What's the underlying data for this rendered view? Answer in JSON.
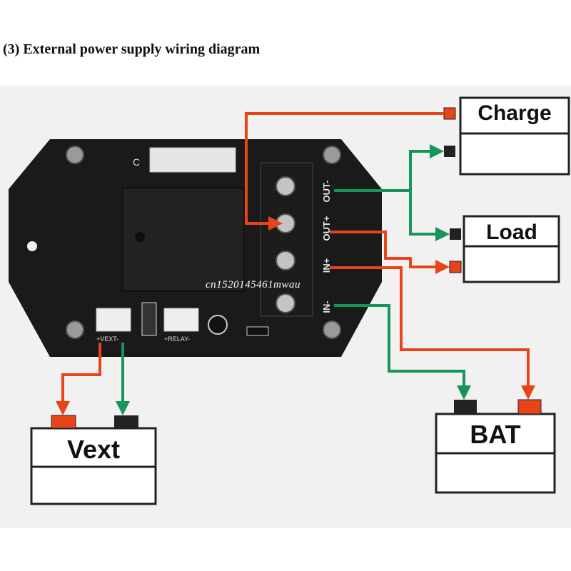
{
  "title": "(3) External power supply wiring diagram",
  "boxes": {
    "charge": "Charge",
    "load": "Load",
    "bat": "BAT",
    "vext": "Vext"
  },
  "terminals": [
    "OUT-",
    "OUT+",
    "IN+",
    "IN-"
  ],
  "connectors": {
    "vext": "+VEXT-",
    "relay": "+RELAY-",
    "top_pin": "C"
  },
  "watermark": "cn1520145461mwau",
  "colors": {
    "positive_wire": "#e8441a",
    "negative_wire": "#17945a",
    "board": "#1a1a1a",
    "panel": "#f1f1f1"
  }
}
